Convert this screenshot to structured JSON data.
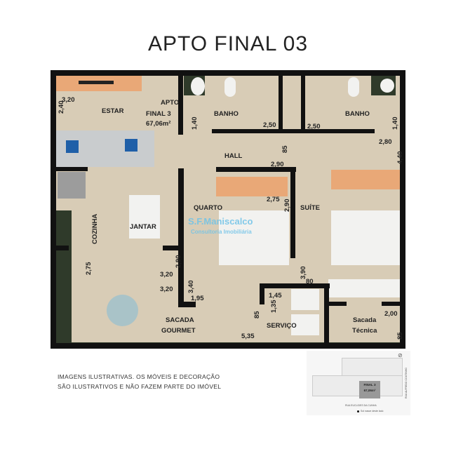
{
  "title": "APTO FINAL 03",
  "plan": {
    "unit": {
      "line1": "APTO",
      "line2": "FINAL 3",
      "area": "67,06m²"
    },
    "rooms": {
      "estar": "ESTAR",
      "banho1": "BANHO",
      "banho2": "BANHO",
      "hall": "HALL",
      "quarto": "QUARTO",
      "suite": "SUÍTE",
      "cozinha": "COZINHA",
      "jantar": "JANTAR",
      "sacada_gourmet_1": "SACADA",
      "sacada_gourmet_2": "GOURMET",
      "servico": "SERVIÇO",
      "sacada_tecnica_1": "Sacada",
      "sacada_tecnica_2": "Técnica"
    },
    "dims": {
      "estar_w": "3,20",
      "estar_h": "2,40",
      "banho1_h": "1,40",
      "banho1_w": "2,50",
      "banho2_w": "2,50",
      "banho2_h": "1,40",
      "hall_w": "2,80",
      "hall_door": "85",
      "hall_h": "4,40",
      "hall_len": "2,90",
      "quarto_w": "2,75",
      "quarto_h": "2,90",
      "cozinha_h": "2,75",
      "jantar_h": "2,90",
      "jantar_w": "3,20",
      "sacada_w": "3,20",
      "sacada_h": "3,40",
      "sacada_door": "1,95",
      "suite_h": "3,90",
      "suite_door": "80",
      "servico_w": "1,45",
      "servico_h": "1,35",
      "servico_door": "85",
      "sacada_len": "5,35",
      "tecnica_w": "2,00",
      "tecnica_h": "85"
    }
  },
  "watermark": {
    "name": "S.F.Maniscalco",
    "sub": "Consultoria Imobiliária"
  },
  "disclaimer": {
    "line1": "IMAGENS ILUSTRATIVAS. OS MÓVEIS E DECORAÇÃO",
    "line2": "SÃO ILUSTRATIVOS E NÃO FAZEM PARTE DO IMÓVEL"
  },
  "key_plan": {
    "unit_label": "FINAL 3",
    "unit_area": "67,06m²",
    "street_bottom": "RUA EUCLIDES DA CUNHA",
    "street_right": "RUA ALFREDO COUTINHO",
    "sun_note": "Sol nasce deste lado"
  },
  "colors": {
    "floor": "#d8ccb6",
    "wall": "#111111",
    "wood": "#e9a877",
    "watermark": "#6fc3e8"
  }
}
